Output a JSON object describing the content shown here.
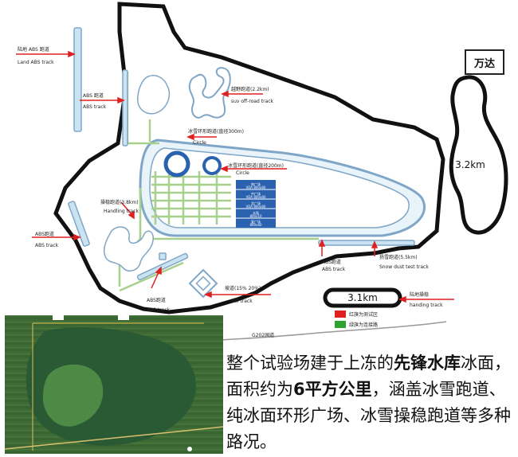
{
  "labels": {
    "land_abs_cn": "陆地 ABS 跑道",
    "land_abs_en": "Land ABS track",
    "abs_cn": "ABS 跑道",
    "abs_en": "ABS   track",
    "offroad_cn": "越野跑道(2.2km)",
    "offroad_en": "suv off-road track",
    "circle1_cn": "冰雪环形跑道(直径300m)",
    "circle1_en": "Circle",
    "circle2_cn": "冰雪环形跑道(直径200m)",
    "circle2_en": "Circle",
    "handling_cn": "操稳跑道(3.8km)",
    "handling_en": "Handling track",
    "abs_left_cn": "ABS跑道",
    "abs_left_en": "ABS track",
    "abs_mid_cn": "ABS跑道",
    "abs_mid_en": "ABS track",
    "abs_bottom_cn": "ABS跑道",
    "abs_bottom_en": "ABS track",
    "hill_cn": "坡道(15%  20%)",
    "hill_en": "Hill  track",
    "snow_dust_cn": "扬雪跑道(5.5km)",
    "snow_dust_en": "Snow dust test track",
    "land_handling_cn": "陆地操稳",
    "land_handling_en": "handing track",
    "dist_right": "3.2km",
    "dist_bottom": "3.1km",
    "road": "G202国道",
    "brand": "万达"
  },
  "plazas": [
    {
      "name": "南广场",
      "size": "VDA 800x80"
    },
    {
      "name": "中广场",
      "size": "VDA 800x80"
    },
    {
      "name": "北广场",
      "size": "VDA 800x80"
    },
    {
      "name": "水面",
      "size": "800x10"
    },
    {
      "name": "复广场",
      "size": "800x60"
    }
  ],
  "legend": [
    {
      "label": "红旗为测试区",
      "color": "#e02020"
    },
    {
      "label": "绿旗为连接路",
      "color": "#2fa32f"
    }
  ],
  "description": {
    "p1": "整个试验场建于上冻的",
    "b1": "先锋水库",
    "p2": "冰面，面积约为",
    "b2": "6平方公里",
    "p3": "，涵盖冰雪跑道、纯冰面环形广场、冰雪操稳跑道等多种路况。"
  },
  "colors": {
    "route": "#a8d08d",
    "track": "#c9e3f0",
    "track_line": "#7fa6c7",
    "flag_red": "#e02020",
    "outline": "#111111"
  }
}
